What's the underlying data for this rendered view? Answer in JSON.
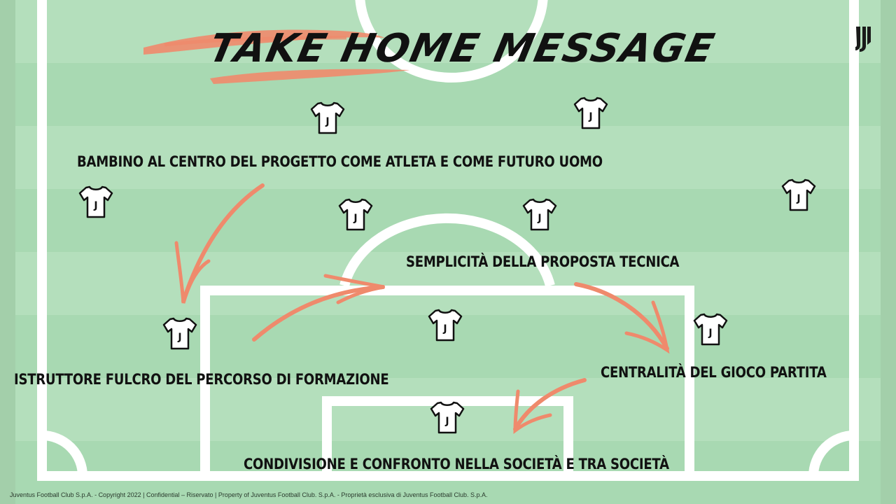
{
  "slide": {
    "title": "TAKE HOME MESSAGE",
    "messages": {
      "m1": "BAMBINO AL CENTRO DEL PROGETTO COME ATLETA E COME FUTURO UOMO",
      "m2": "SEMPLICITÀ DELLA PROPOSTA TECNICA",
      "m3": "ISTRUTTORE FULCRO DEL PERCORSO DI FORMAZIONE",
      "m4": "CENTRALITÀ DEL GIOCO PARTITA",
      "m5": "CONDIVISIONE E CONFRONTO NELLA SOCIETÀ E TRA SOCIETÀ"
    },
    "shirt_letter": "J",
    "footer": "Juventus Football Club S.p.A. - Copyright 2022 | Confidential – Riservato | Property of Juventus Football Club. S.p.A. - Proprietà esclusiva di Juventus Football Club. S.p.A.",
    "icons": {
      "logo": "juventus-j-logo-icon",
      "shirt": "jersey-icon",
      "arrow": "brush-arrow-icon"
    },
    "colors": {
      "pitch_light": "#b4dfbc",
      "pitch_dark": "#a6d7b0",
      "lines": "#ffffff",
      "accent": "#ef8a6c",
      "text": "#111111"
    }
  }
}
